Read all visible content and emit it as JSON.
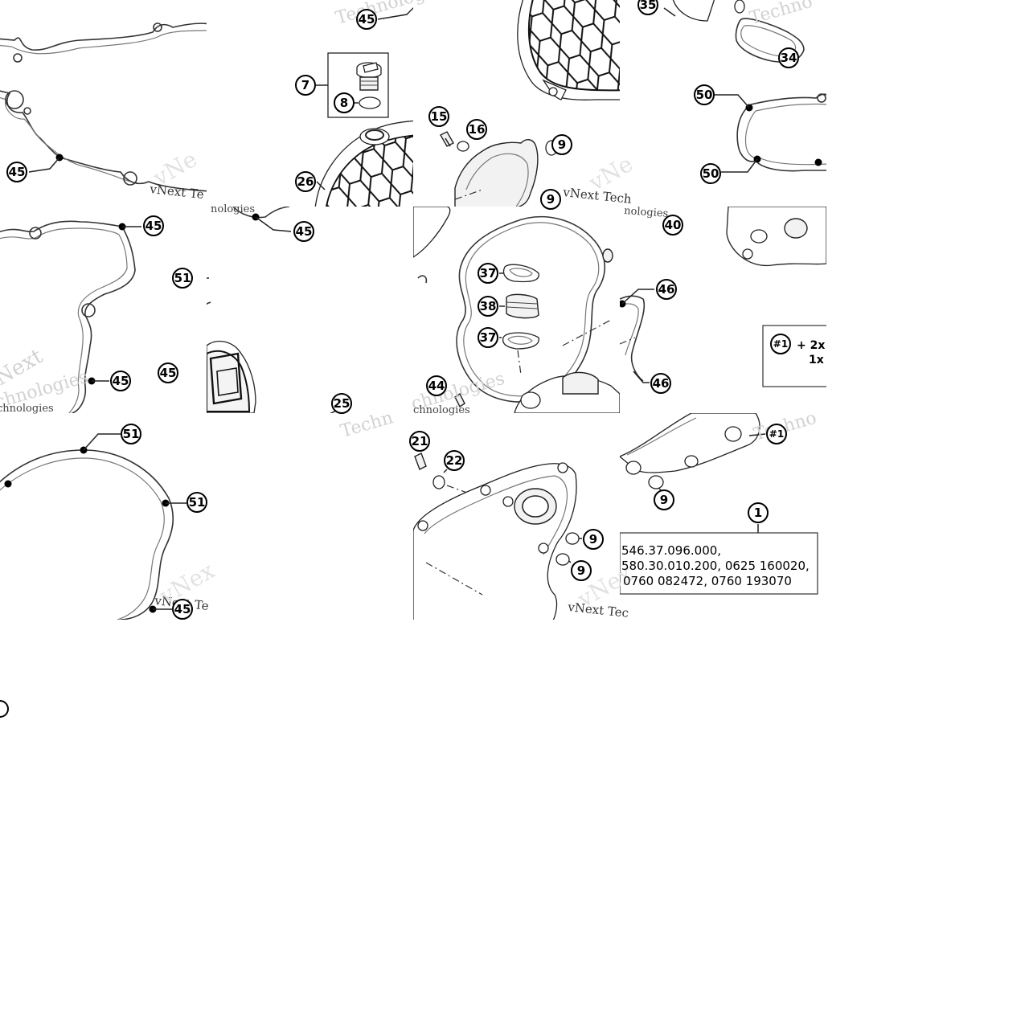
{
  "watermarks": {
    "technologies": "Technologies",
    "vnext_tech": "vNext Tech",
    "vnext_te": "vNext Te",
    "vnext_tec": "vNext Tec",
    "next": "Next",
    "chnologies": "chnologies",
    "nologies": "nologies",
    "techno": "Techno",
    "techn": "Techn",
    "vnex": "vNex",
    "vne": "vNe"
  },
  "callouts": [
    "45",
    "45",
    "7",
    "8",
    "26",
    "15",
    "16",
    "9",
    "9",
    "35",
    "34",
    "50",
    "50",
    "45",
    "45",
    "51",
    "45",
    "45",
    "25",
    "37",
    "38",
    "37",
    "44",
    "40",
    "46",
    "46",
    "#1",
    "51",
    "51",
    "45",
    "21",
    "22",
    "9",
    "9",
    "#1",
    "9",
    "1"
  ],
  "legend_box": {
    "badge": "#1",
    "line1": "+ 2x",
    "line2": "1x"
  },
  "part_numbers": {
    "line1": "546.37.096.000,",
    "line2": "580.30.010.200, 0625 160020,",
    "line3": "0760 082472, 0760 193070"
  }
}
